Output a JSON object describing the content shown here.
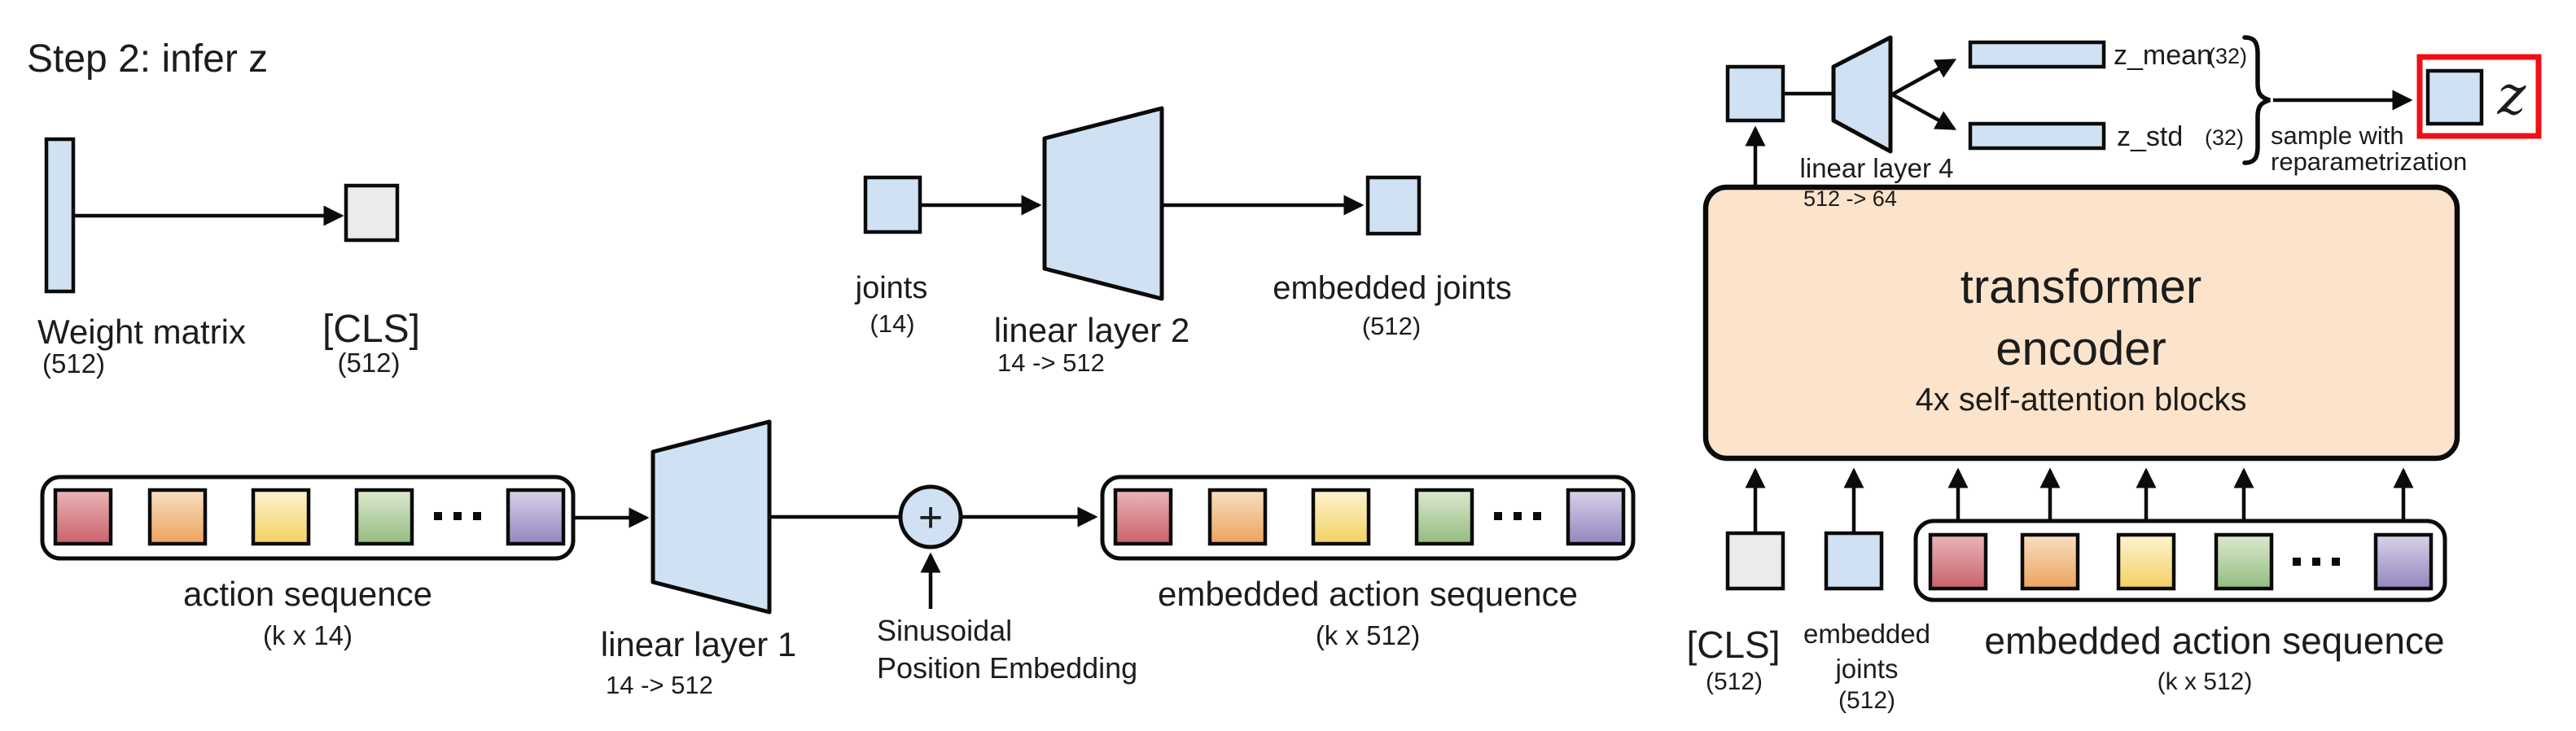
{
  "diagram": {
    "title": "Step 2: infer z",
    "colors": {
      "box_blue": "#cfe1f3",
      "box_gray": "#ebebeb",
      "encoder_peach": "#fbe4cb",
      "outline_black": "#0b0b0b",
      "highlight_red": "#ee1016",
      "token_red_top": "#eab6b8",
      "token_red_bottom": "#c9616c",
      "token_orange_top": "#f8dfc3",
      "token_orange_bottom": "#eca35d",
      "token_yellow_top": "#fdf3d0",
      "token_yellow_bottom": "#f3d160",
      "token_green_top": "#dceacf",
      "token_green_bottom": "#94bb80",
      "token_purple_top": "#d9d2e9",
      "token_purple_bottom": "#9486be"
    },
    "left": {
      "weight_matrix_label": "Weight matrix",
      "weight_matrix_dim": "(512)",
      "cls_label": "[CLS]",
      "cls_dim": "(512)"
    },
    "joints_branch": {
      "joints_label": "joints",
      "joints_dim": "(14)",
      "linear2_label": "linear layer 2",
      "linear2_dims": "14 -> 512",
      "embedded_joints_label": "embedded joints",
      "embedded_joints_dim": "(512)"
    },
    "action_branch": {
      "action_seq_label": "action sequence",
      "action_seq_dim": "(k x 14)",
      "linear1_label": "linear layer 1",
      "linear1_dims": "14 -> 512",
      "plus_sign": "+",
      "pos_embed_line1": "Sinusoidal",
      "pos_embed_line2": "Position Embedding",
      "embedded_action_seq_label": "embedded action sequence",
      "embedded_action_seq_dim": "(k x 512)"
    },
    "encoder": {
      "title_line1": "transformer",
      "title_line2": "encoder",
      "subtitle": "4x self-attention blocks",
      "linear4_label": "linear layer 4",
      "linear4_dims": "512 -> 64",
      "z_mean_label": "z_mean",
      "z_mean_dim": "(32)",
      "z_std_label": "z_std",
      "z_std_dim": "(32)",
      "sample_line1": "sample with",
      "sample_line2": "reparametrization",
      "z_label": "z",
      "inputs": {
        "cls_label": "[CLS]",
        "cls_dim": "(512)",
        "embedded_joints_line1": "embedded",
        "embedded_joints_line2": "joints",
        "embedded_joints_dim": "(512)",
        "embedded_action_seq_label": "embedded action sequence",
        "embedded_action_seq_dim": "(k x 512)"
      }
    }
  }
}
